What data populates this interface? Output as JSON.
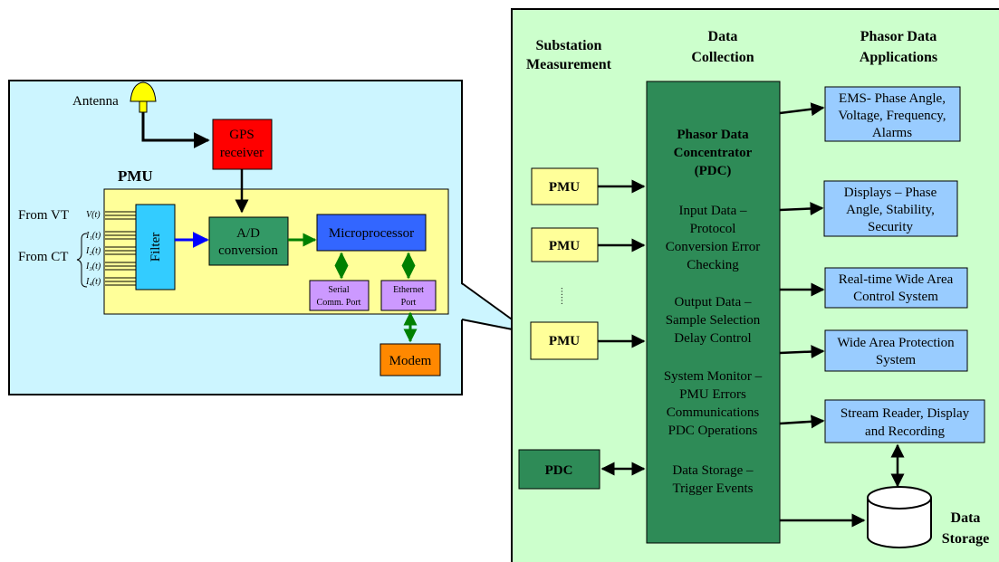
{
  "pmu_panel": {
    "antenna_label": "Antenna",
    "gps_lines": [
      "GPS",
      "receiver"
    ],
    "pmu_title": "PMU",
    "from_vt": "From VT",
    "from_ct": "From CT",
    "signals": [
      "V(t)",
      "I₁(t)",
      "I₂(t)",
      "I₃(t)",
      "I₄(t)"
    ],
    "filter_label": "Filter",
    "ad_lines": [
      "A/D",
      "conversion"
    ],
    "microprocessor_label": "Microprocessor",
    "serial_port_lines": [
      "Serial",
      "Comm. Port"
    ],
    "ethernet_port_lines": [
      "Ethernet",
      "Port"
    ],
    "modem_label": "Modem"
  },
  "system_panel": {
    "col1_header": [
      "Substation",
      "Measurement"
    ],
    "col2_header": [
      "Data",
      "Collection"
    ],
    "col3_header": [
      "Phasor Data",
      "Applications"
    ],
    "pmu_boxes": [
      "PMU",
      "PMU",
      "PMU"
    ],
    "ellipsis": "······",
    "pdc_box": "PDC",
    "concentrator": {
      "title": [
        "Phasor Data",
        "Concentrator",
        "(PDC)"
      ],
      "sections": [
        [
          "Input Data –",
          "Protocol",
          "Conversion Error",
          "Checking"
        ],
        [
          "Output Data –",
          "Sample Selection",
          "Delay Control"
        ],
        [
          "System Monitor –",
          "PMU Errors",
          "Communications",
          "PDC Operations"
        ],
        [
          "Data Storage –",
          "Trigger Events"
        ]
      ]
    },
    "applications": [
      [
        "EMS- Phase Angle,",
        "Voltage, Frequency,",
        "Alarms"
      ],
      [
        "Displays – Phase",
        "Angle, Stability,",
        "Security"
      ],
      [
        "Real-time Wide Area",
        "Control System"
      ],
      [
        "Wide Area Protection",
        "System"
      ],
      [
        "Stream Reader, Display",
        "and Recording"
      ]
    ],
    "data_storage": [
      "Data",
      "Storage"
    ]
  },
  "colors": {
    "left_panel_bg": "#ccf5ff",
    "right_panel_bg": "#ccffcc",
    "pmu_box_bg": "#ffff99",
    "gps_red": "#ff0000",
    "filter_cyan": "#33ccff",
    "ad_green": "#339966",
    "microprocessor_blue": "#3366ff",
    "port_purple": "#cc99ff",
    "modem_orange": "#ff8800",
    "pdc_green": "#2e8b57",
    "app_blue": "#99ccff",
    "inner_yellow": "#ffff99"
  }
}
